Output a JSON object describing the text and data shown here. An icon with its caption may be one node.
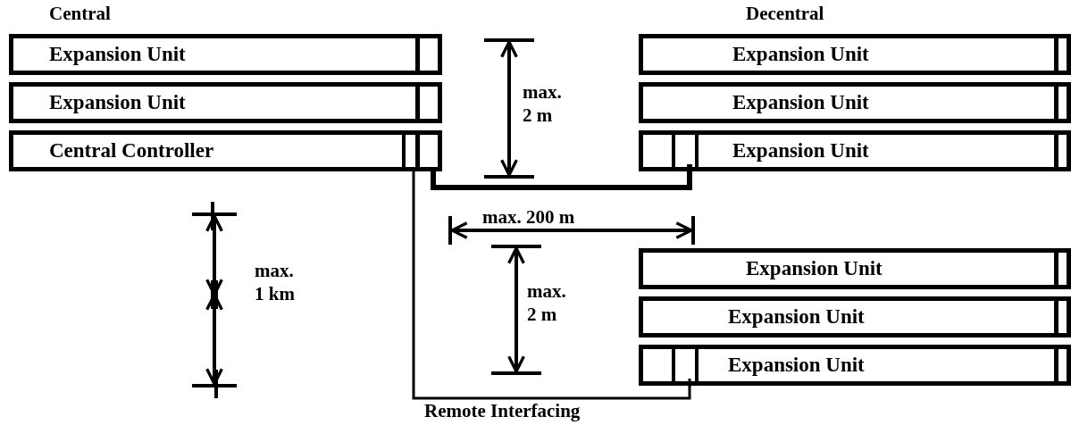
{
  "diagram": {
    "nodes": [
      {
        "text": [
          "Expansion Unit"
        ]
      },
      {
        "text": [
          "Expansion Unit"
        ]
      },
      {
        "text": [
          "Central Controller"
        ]
      },
      {
        "text": [
          "Expansion Unit"
        ]
      },
      {
        "text": [
          "Expansion Unit"
        ]
      },
      {
        "text": [
          "Expansion Unit"
        ]
      },
      {
        "text": [
          "Expansion Unit"
        ]
      },
      {
        "text": [
          "Expansion Unit"
        ]
      },
      {
        "text": [
          "Expansion Unit"
        ]
      }
    ],
    "edges": [
      {
        "from": 2,
        "to": 5,
        "arrow": "none",
        "style": "thick"
      },
      {
        "from": 2,
        "to": 8,
        "arrow": "none",
        "label": "Remote Interfacing"
      }
    ],
    "labels": [
      "Central",
      "Decentral",
      "max. 2 m",
      "max. 200 m",
      "max. 1 km",
      "max. 2 m"
    ]
  }
}
